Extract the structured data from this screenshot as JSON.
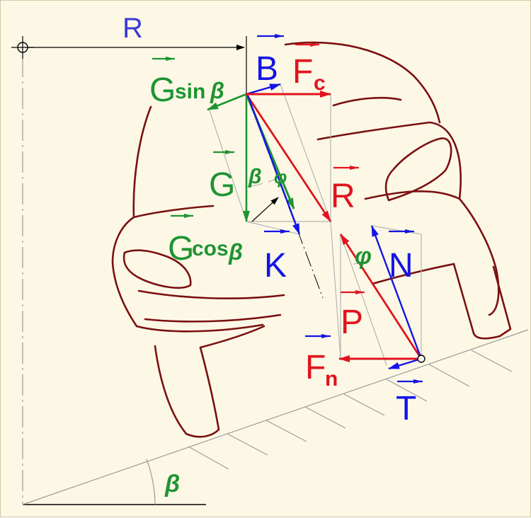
{
  "diagram": {
    "labels": {
      "radius": "R",
      "B": "B",
      "Fc": "F",
      "Fc_sub": "c",
      "G_sin_main": "G",
      "G_sin_sub": "sin",
      "G_sin_beta": "β",
      "G": "G",
      "beta_small": "β",
      "phi_small": "φ",
      "R_vec": "R",
      "G_cos_main": "G",
      "G_cos_sub": "cos",
      "G_cos_beta": "β",
      "K": "K",
      "phi": "φ",
      "N": "N",
      "P": "P",
      "Fn": "F",
      "Fn_sub": "n",
      "T": "T",
      "beta_angle": "β"
    },
    "colors": {
      "car_outline": "#7a1010",
      "gravity_green": "#1e9432",
      "force_red": "#e0141e",
      "force_blue": "#1414e6",
      "construction_grey": "#b4b4b4",
      "background": "#fdf8e6"
    },
    "icons": [
      "center-of-rotation-icon",
      "contact-point-icon"
    ]
  }
}
